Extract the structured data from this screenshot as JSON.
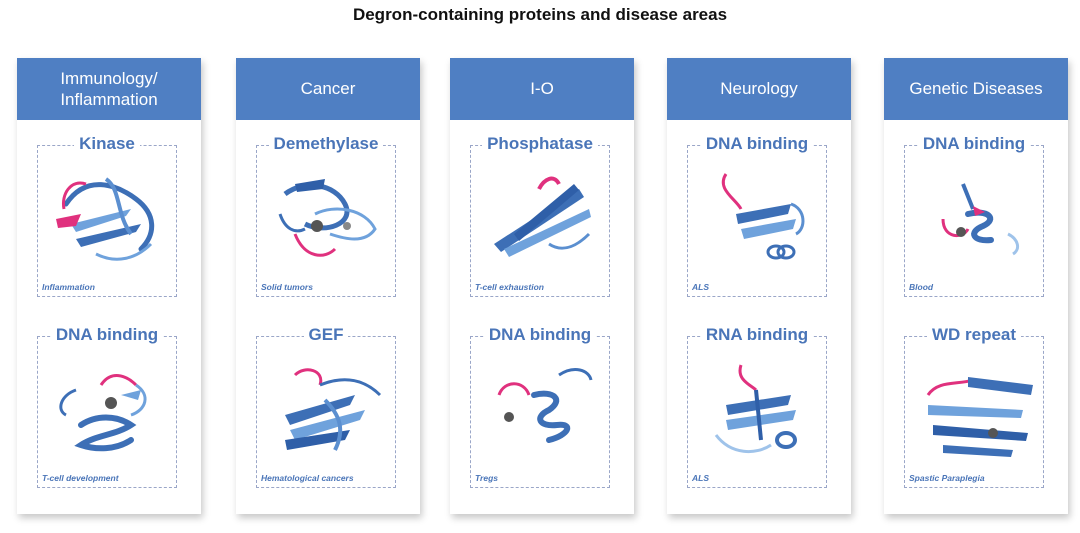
{
  "title": "Degron-containing proteins and disease areas",
  "colors": {
    "header": "#4f7fc3",
    "ribbon": "#3d6fb6",
    "ribbon_light": "#6fa2dc",
    "degron": "#e0317e",
    "text_blue": "#4a75b8"
  },
  "columns": [
    {
      "header": "Immunology/ Inflammation",
      "panels": [
        {
          "title": "Kinase",
          "caption": "Inflammation"
        },
        {
          "title": "DNA binding",
          "caption": "T-cell development"
        }
      ]
    },
    {
      "header": "Cancer",
      "panels": [
        {
          "title": "Demethylase",
          "caption": "Solid tumors"
        },
        {
          "title": "GEF",
          "caption": "Hematological cancers"
        }
      ]
    },
    {
      "header": "I-O",
      "panels": [
        {
          "title": "Phosphatase",
          "caption": "T-cell exhaustion"
        },
        {
          "title": "DNA binding",
          "caption": "Tregs"
        }
      ]
    },
    {
      "header": "Neurology",
      "panels": [
        {
          "title": "DNA binding",
          "caption": "ALS"
        },
        {
          "title": "RNA binding",
          "caption": "ALS"
        }
      ]
    },
    {
      "header": "Genetic Diseases",
      "panels": [
        {
          "title": "DNA binding",
          "caption": "Blood"
        },
        {
          "title": "WD repeat",
          "caption": "Spastic Paraplegia"
        }
      ]
    }
  ]
}
